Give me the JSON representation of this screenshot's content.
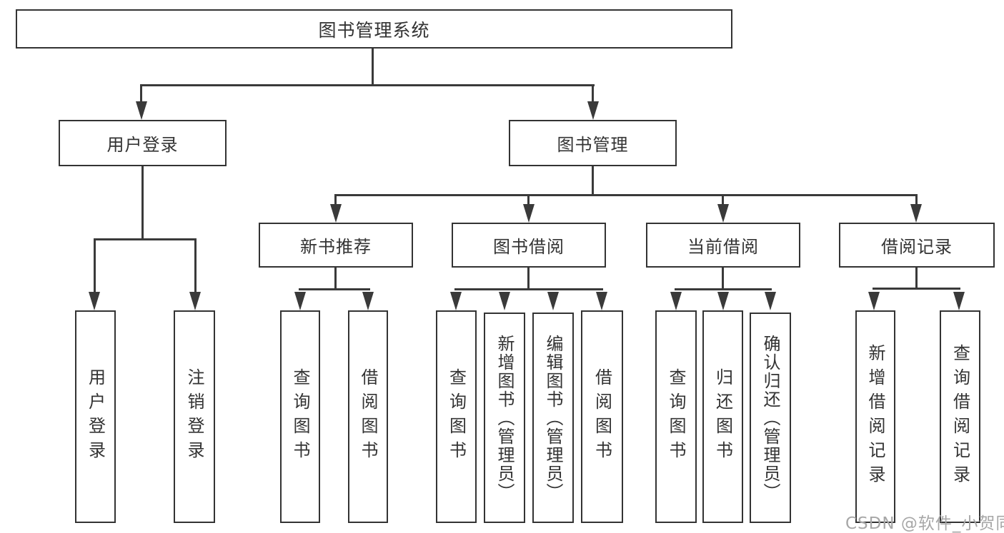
{
  "tree": {
    "root": "图书管理系统",
    "branches": [
      {
        "label": "用户登录",
        "children": [
          "用户登录",
          "注销登录"
        ]
      },
      {
        "label": "图书管理",
        "sections": [
          {
            "label": "新书推荐",
            "children": [
              "查询图书",
              "借阅图书"
            ]
          },
          {
            "label": "图书借阅",
            "children": [
              "查询图书",
              "新增图书（管理员）",
              "编辑图书（管理员）",
              "借阅图书"
            ]
          },
          {
            "label": "当前借阅",
            "children": [
              "查询图书",
              "归还图书",
              "确认归还（管理员）"
            ]
          },
          {
            "label": "借阅记录",
            "children": [
              "新增借阅记录",
              "查询借阅记录"
            ]
          }
        ]
      }
    ]
  },
  "watermark": "CSDN @软件_小贺同学",
  "colors": {
    "line": "#3a3a3a",
    "box_border": "#333333",
    "text": "#333333",
    "watermark": "#a7a7a7",
    "background": "#ffffff"
  }
}
